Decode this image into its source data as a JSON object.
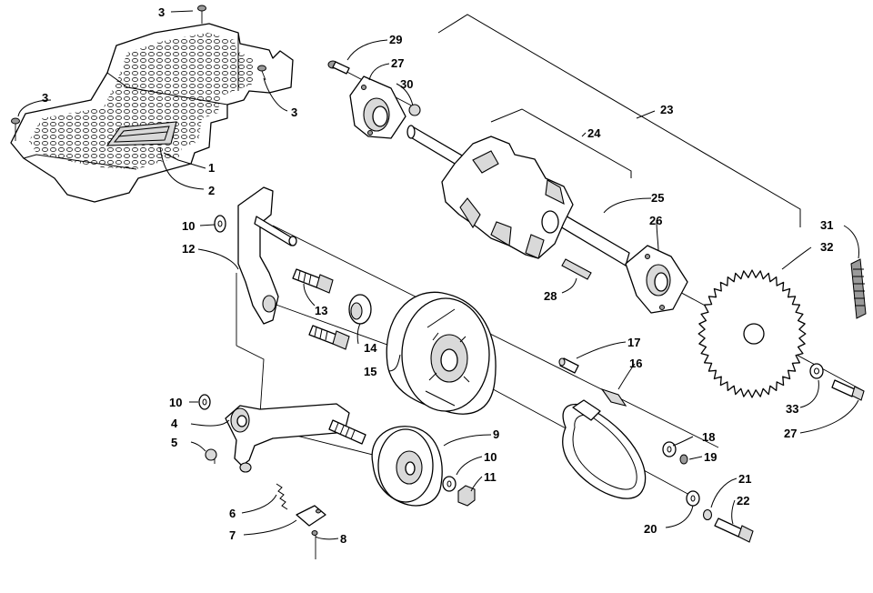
{
  "diagram": {
    "callouts": [
      {
        "id": "c1",
        "text": "1"
      },
      {
        "id": "c2",
        "text": "2"
      },
      {
        "id": "c3a",
        "text": "3"
      },
      {
        "id": "c3b",
        "text": "3"
      },
      {
        "id": "c3c",
        "text": "3"
      },
      {
        "id": "c4",
        "text": "4"
      },
      {
        "id": "c5",
        "text": "5"
      },
      {
        "id": "c6",
        "text": "6"
      },
      {
        "id": "c7",
        "text": "7"
      },
      {
        "id": "c8",
        "text": "8"
      },
      {
        "id": "c9",
        "text": "9"
      },
      {
        "id": "c10a",
        "text": "10"
      },
      {
        "id": "c10b",
        "text": "10"
      },
      {
        "id": "c10c",
        "text": "10"
      },
      {
        "id": "c11",
        "text": "11"
      },
      {
        "id": "c12",
        "text": "12"
      },
      {
        "id": "c13",
        "text": "13"
      },
      {
        "id": "c14",
        "text": "14"
      },
      {
        "id": "c15",
        "text": "15"
      },
      {
        "id": "c16",
        "text": "16"
      },
      {
        "id": "c17",
        "text": "17"
      },
      {
        "id": "c18",
        "text": "18"
      },
      {
        "id": "c19",
        "text": "19"
      },
      {
        "id": "c20",
        "text": "20"
      },
      {
        "id": "c21",
        "text": "21"
      },
      {
        "id": "c22",
        "text": "22"
      },
      {
        "id": "c23",
        "text": "23"
      },
      {
        "id": "c24",
        "text": "24"
      },
      {
        "id": "c25",
        "text": "25"
      },
      {
        "id": "c26",
        "text": "26"
      },
      {
        "id": "c27a",
        "text": "27"
      },
      {
        "id": "c27b",
        "text": "27"
      },
      {
        "id": "c28",
        "text": "28"
      },
      {
        "id": "c29",
        "text": "29"
      },
      {
        "id": "c30",
        "text": "30"
      },
      {
        "id": "c31",
        "text": "31"
      },
      {
        "id": "c32",
        "text": "32"
      },
      {
        "id": "c33",
        "text": "33"
      }
    ]
  }
}
